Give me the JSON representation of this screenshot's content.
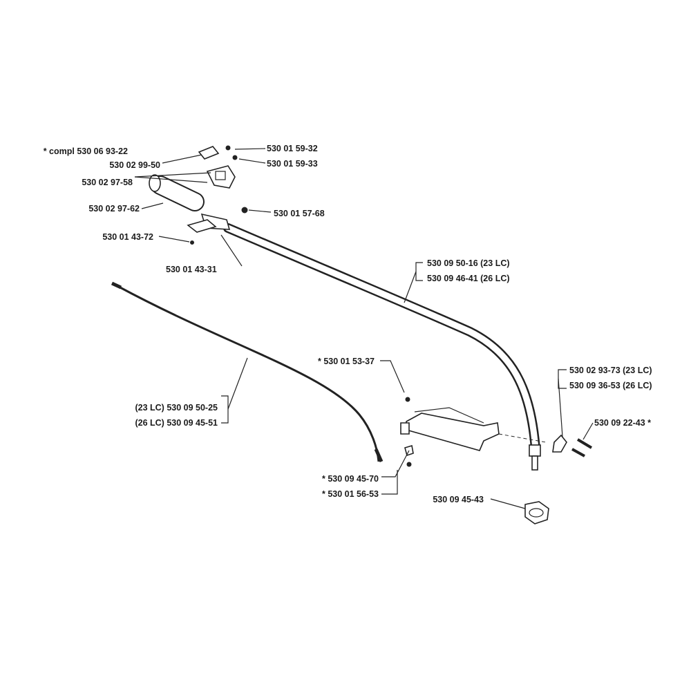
{
  "labels": {
    "compl_kit": "*  compl 530 06 93-22",
    "p5300299_50": "530 02 99-50",
    "p5300159_32": "530 01 59-32",
    "p5300159_33": "530 01 59-33",
    "p5300297_58": "530 02 97-58",
    "p5300297_62": "530 02 97-62",
    "p5300157_68": "530 01 57-68",
    "p5300143_72": "530 01 43-72",
    "p5300143_31": "530 01 43-31",
    "tube_23lc": "530 09 50-16 (23 LC)",
    "tube_26lc": "530 09 46-41 (26 LC)",
    "p5300153_37": "*  530 01 53-37",
    "shaft_23lc": "(23 LC) 530 09 50-25",
    "shaft_26lc": "(26 LC) 530 09 45-51",
    "clamp_23lc": "530 02 93-73 (23 LC)",
    "clamp_26lc": "530 09 36-53 (26 LC)",
    "p5300922_43": "530 09 22-43  *",
    "p5300945_70": "*  530 09 45-70",
    "p5300156_53": "*  530 01 56-53",
    "p5300945_43": "530 09 45-43"
  }
}
